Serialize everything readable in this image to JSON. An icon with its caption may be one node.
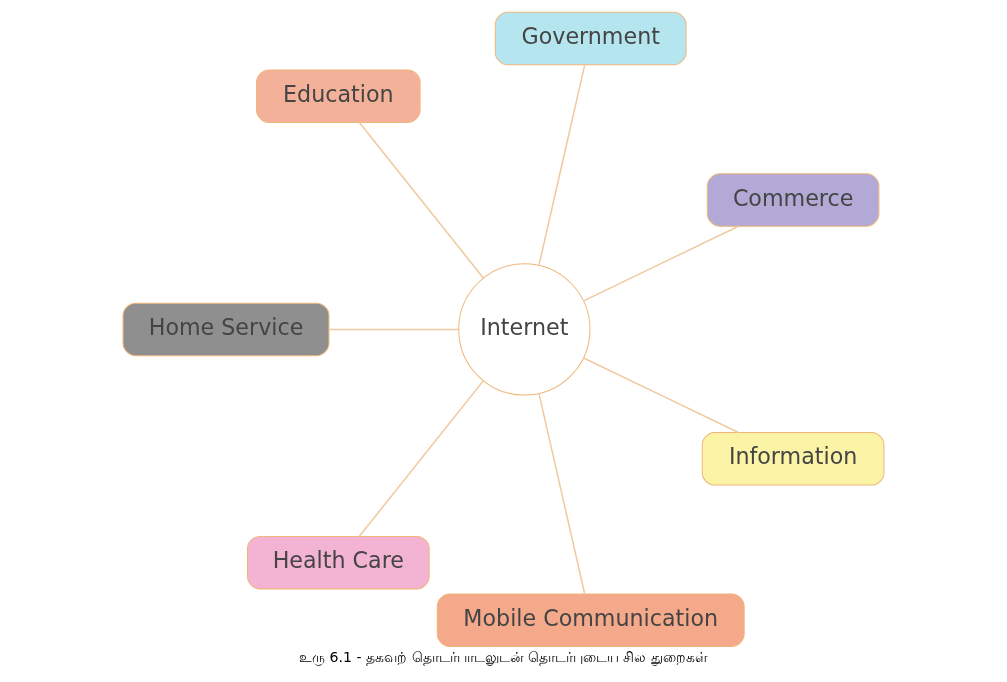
{
  "diagram": {
    "caption": "உரு 6.1 - தகவற் தொடர்பாடலுடன் தொடர்புடைய சில துறைகள்",
    "nodes": [
      {
        "text": [
          "Commerce"
        ]
      },
      {
        "text": [
          "Government"
        ]
      },
      {
        "text": [
          "Education"
        ]
      },
      {
        "text": [
          "Internet"
        ]
      },
      {
        "text": [
          "Home Service"
        ]
      },
      {
        "text": [
          "Health Care"
        ]
      },
      {
        "text": [
          "Mobile Communication"
        ]
      },
      {
        "text": [
          "Information"
        ]
      }
    ],
    "edges": [
      {
        "from": 3,
        "to": 0,
        "arrow": "none"
      },
      {
        "from": 3,
        "to": 1,
        "arrow": "none"
      },
      {
        "from": 3,
        "to": 4,
        "arrow": "none"
      },
      {
        "from": 3,
        "to": 6,
        "arrow": "none"
      },
      {
        "from": 3,
        "to": 7,
        "arrow": "none"
      },
      {
        "from": 3,
        "to": 5,
        "arrow": "none"
      },
      {
        "from": 3,
        "to": 2,
        "arrow": "none"
      }
    ]
  }
}
